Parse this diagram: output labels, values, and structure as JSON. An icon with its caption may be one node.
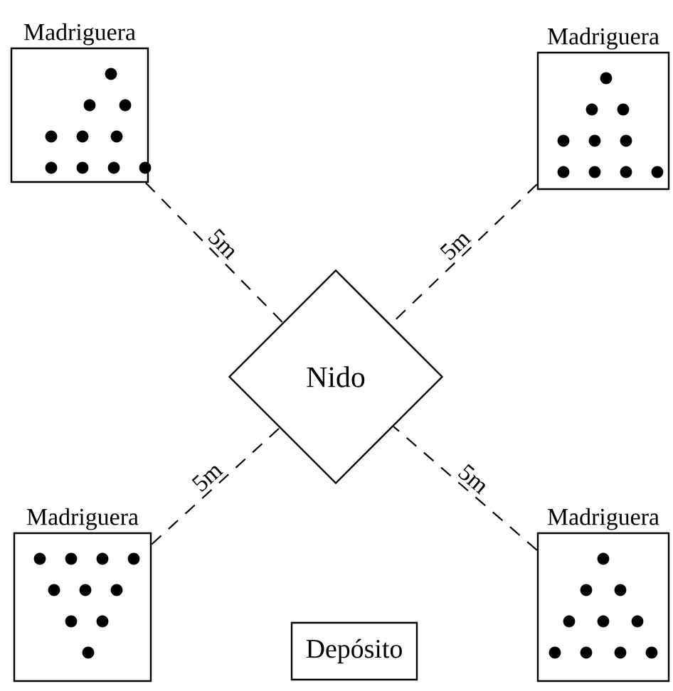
{
  "diagram": {
    "nodes": [
      {
        "text": [
          "Madriguera"
        ]
      },
      {
        "text": [
          "Madriguera"
        ]
      },
      {
        "text": [
          "Nido"
        ]
      },
      {
        "text": [
          "Madriguera"
        ]
      },
      {
        "text": [
          "Madriguera"
        ]
      },
      {
        "text": [
          "Depósito"
        ]
      }
    ],
    "edges": [
      {
        "from": 0,
        "to": 2,
        "arrow": "none",
        "label": "5m",
        "style": "dashed"
      },
      {
        "from": 1,
        "to": 2,
        "arrow": "none",
        "label": "5m",
        "style": "dashed"
      },
      {
        "from": 3,
        "to": 2,
        "arrow": "none",
        "label": "5m",
        "style": "dashed"
      },
      {
        "from": 4,
        "to": 2,
        "arrow": "none",
        "label": "5m",
        "style": "dashed"
      }
    ]
  }
}
